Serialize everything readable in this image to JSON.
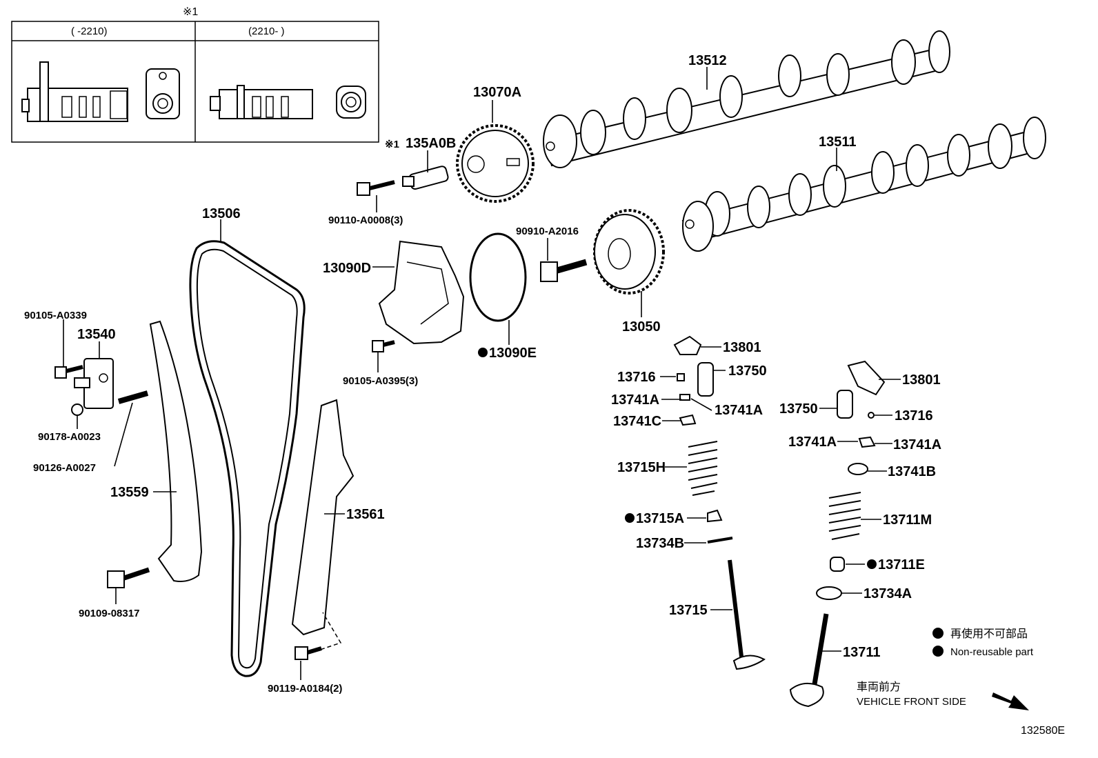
{
  "inset": {
    "marker": "※1",
    "left_header": "(      -2210)",
    "right_header": "(2210-      )"
  },
  "labels": {
    "p13512": "13512",
    "p13511": "13511",
    "p13070A": "13070A",
    "p135A0B_mark": "※1",
    "p135A0B": "135A0B",
    "p90110": "90110-A0008(3)",
    "p13506": "13506",
    "p90910": "90910-A2016",
    "p13090D": "13090D",
    "p13050": "13050",
    "p13090E": "13090E",
    "p90105a": "90105-A0395(3)",
    "p90105b": "90105-A0339",
    "p13540": "13540",
    "p90178": "90178-A0023",
    "p90126": "90126-A0027",
    "p13559": "13559",
    "p13561": "13561",
    "p90109": "90109-08317",
    "p90119": "90119-A0184(2)",
    "p13801a": "13801",
    "p13716a": "13716",
    "p13750a": "13750",
    "p13741Aa": "13741A",
    "p13741Ab": "13741A",
    "p13741C": "13741C",
    "p13715H": "13715H",
    "p13715A": "13715A",
    "p13734B": "13734B",
    "p13715": "13715",
    "p13801b": "13801",
    "p13750b": "13750",
    "p13716b": "13716",
    "p13741Ac": "13741A",
    "p13741Ad": "13741A",
    "p13741B": "13741B",
    "p13711M": "13711M",
    "p13711E": "13711E",
    "p13734A": "13734A",
    "p13711": "13711"
  },
  "legend": {
    "jp": "再使用不可部品",
    "en": "Non-reusable part"
  },
  "direction": {
    "jp": "車両前方",
    "en": "VEHICLE FRONT SIDE"
  },
  "figure_id": "132580E",
  "colors": {
    "ink": "#000000",
    "paper": "#ffffff"
  }
}
